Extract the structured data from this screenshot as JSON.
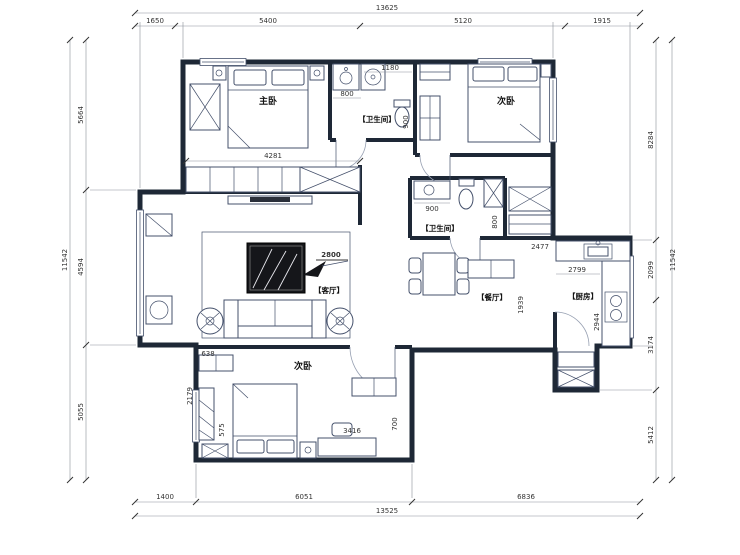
{
  "drawing": {
    "type": "apartment-floor-plan",
    "wall_color": "#1e2836",
    "annotation_color": "#333333"
  },
  "rooms": {
    "master_bedroom": "主卧",
    "bedroom_top_right": "次卧",
    "bathroom_top": "【卫生间】",
    "bathroom_middle": "【卫生间】",
    "living_room": "【客厅】",
    "dining_room": "【餐厅】",
    "kitchen": "【厨房】",
    "bedroom_bottom": "次卧"
  },
  "dims": {
    "top_overall": "13625",
    "top_segments": [
      "1650",
      "5400",
      "5120",
      "1915"
    ],
    "left_overall": "11542",
    "left_segments": [
      "5664",
      "4594",
      "5055"
    ],
    "right_overall": "11542",
    "right_segments": [
      "8284",
      "2099",
      "3174",
      "5412"
    ],
    "bottom_overall": "13525",
    "bottom_segments": [
      "1400",
      "6051",
      "6836"
    ],
    "interior": {
      "closet_row": "4281",
      "bath1_width": "1180",
      "bath1_vanity": "800",
      "bath1_depth": "900",
      "living_width": "2800",
      "bath2_vanity": "900",
      "bath2_shower": "800",
      "dining_width": "2477",
      "kitchen_width": "2799",
      "kitchen_depth": "2944",
      "dining_depth": "1939",
      "bed3_gap": "638",
      "bed3_left": "2179",
      "bed3_step": "575",
      "bed3_width": "3416",
      "bed3_right": "700"
    }
  }
}
